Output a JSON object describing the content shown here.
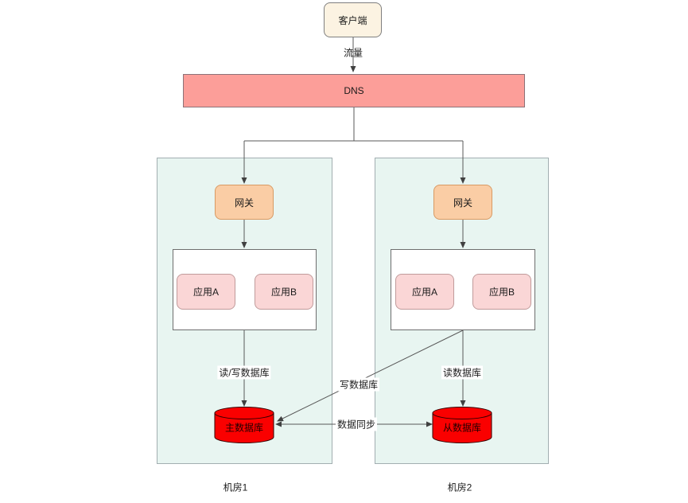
{
  "client_label": "客户端",
  "traffic_label": "流量",
  "dns_label": "DNS",
  "dc1": {
    "name": "机房1",
    "gateway": "网关",
    "app_a": "应用A",
    "app_b": "应用B",
    "db": "主数据库"
  },
  "dc2": {
    "name": "机房2",
    "gateway": "网关",
    "app_a": "应用A",
    "app_b": "应用B",
    "db": "从数据库"
  },
  "edges": {
    "read_write": "读/写数据库",
    "write": "写数据库",
    "read": "读数据库",
    "sync": "数据同步"
  },
  "colors": {
    "client_fill": "#fcf3e2",
    "dns_fill": "#fc9e99",
    "gateway_fill": "#facda5",
    "app_fill": "#fad6d6",
    "datacenter_fill": "#e8f5f1",
    "database_fill": "#fa0000",
    "line": "#595959"
  }
}
